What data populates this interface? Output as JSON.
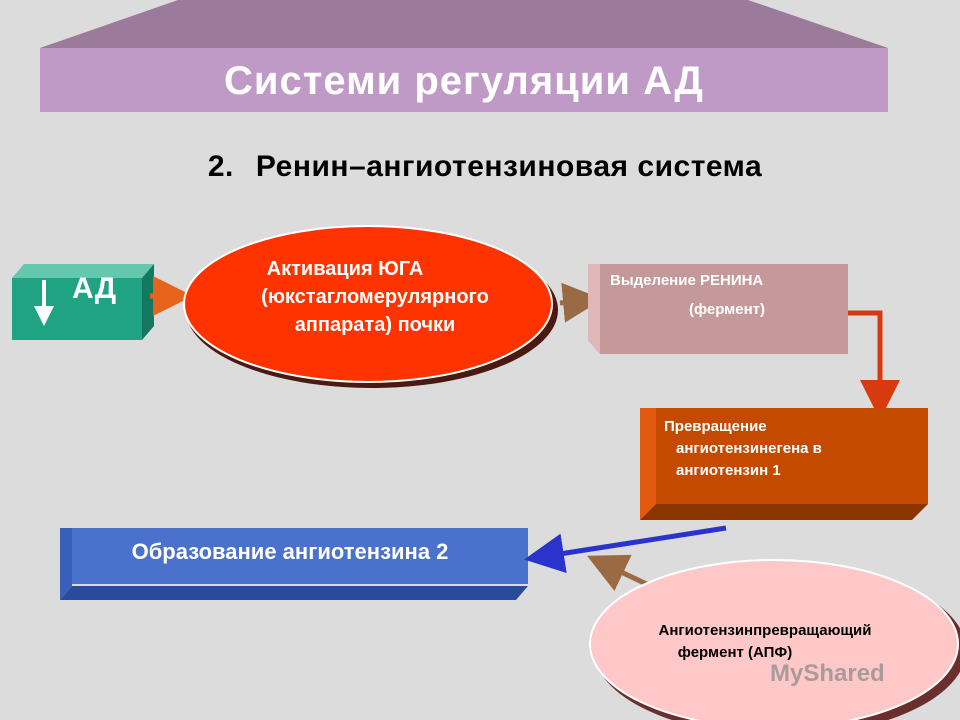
{
  "slide": {
    "title": "Системи регуляции АД",
    "subtitle_number": "2.",
    "subtitle_text": "Ренин–ангиотензиновая система"
  },
  "nodes": {
    "ad_decrease": {
      "label": "АД",
      "icon": "down-arrow-icon"
    },
    "yuga": {
      "line1": "Активация ЮГА",
      "line2": "(юкстагломерулярного",
      "line3": "аппарата) почки"
    },
    "renin": {
      "line1": "Выделение РЕНИНА",
      "line2": "(фермент)"
    },
    "conversion": {
      "line1": "Превращение",
      "line2": "ангиотензинегена в",
      "line3": "ангиотензин 1"
    },
    "angiotensin2": {
      "label": "Образование ангиотензина 2"
    },
    "ace": {
      "line1": "Ангиотензинпревращающий",
      "line2": "фермент  (АПФ)"
    }
  },
  "colors": {
    "background": "#dcdcdc",
    "title_bar": "#c09ac7",
    "ad_box": "#1fa383",
    "yuga_ellipse": "#ff3300",
    "renin_box": "#c5999a",
    "conversion_box": "#dd5500",
    "angiotensin2_box": "#4a72cc",
    "ace_ellipse": "#ffc8c8"
  },
  "watermark": {
    "text": "MyShared"
  }
}
